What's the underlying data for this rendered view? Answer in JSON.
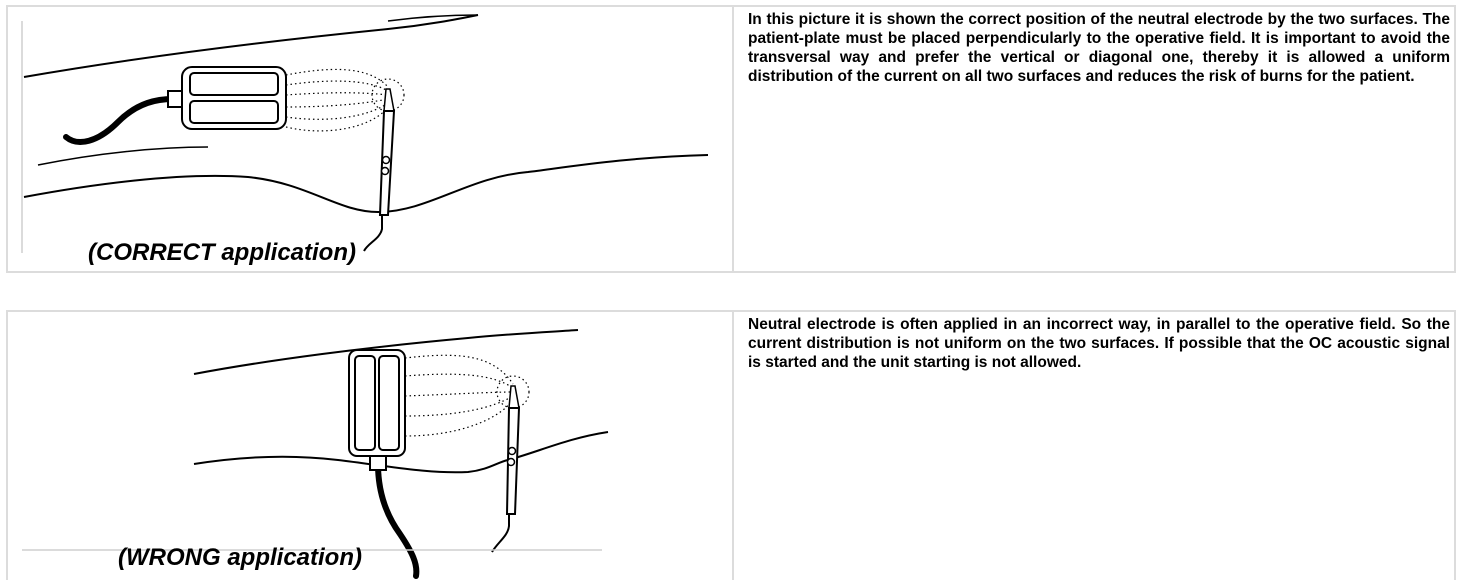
{
  "panels": [
    {
      "caption": "(CORRECT application)",
      "description": "In this picture it is shown the correct position of the neutral electrode by the two surfaces. The patient-plate must be placed perpendicularly to the operative field. It is important to avoid the transversal way and prefer the vertical or diagonal one, thereby it is allowed a uniform distribution of the current on all two surfaces and reduces the risk of burns for the patient."
    },
    {
      "caption": "(WRONG application)",
      "description": "Neutral electrode is often applied in an incorrect way, in parallel to the operative field. So the current distribution is not uniform on the two surfaces. If possible that the OC acoustic signal is started and the unit starting is not allowed."
    }
  ]
}
